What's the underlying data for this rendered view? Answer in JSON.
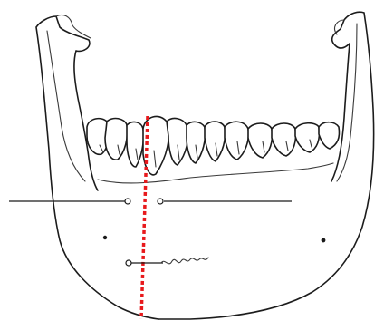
{
  "diagram": {
    "subject": "mandible-anterior-view",
    "colors": {
      "line": "#1c1c1c",
      "midline": "#e8191c",
      "background": "#ffffff"
    },
    "elements": [
      "mandible-outline",
      "lower-dental-arch",
      "midline-marker",
      "left-leader-line",
      "right-leader-line",
      "lower-leader-line",
      "mental-foramen-left",
      "mental-foramen-right"
    ]
  }
}
